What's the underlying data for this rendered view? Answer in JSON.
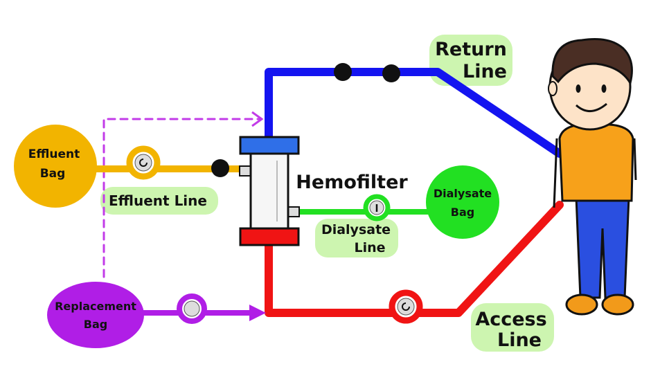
{
  "labels": {
    "return_line": [
      "Return",
      "Line"
    ],
    "access_line": [
      "Access",
      "Line"
    ],
    "hemofilter": "Hemofilter",
    "effluent_bag": [
      "Effluent",
      "Bag"
    ],
    "effluent_line": "Effluent Line",
    "dialysate_bag": [
      "Dialysate",
      "Bag"
    ],
    "dialysate_line": [
      "Dialysate",
      "Line"
    ],
    "replacement_bag": [
      "Replacement",
      "Bag"
    ]
  },
  "colors": {
    "return": "#1414f0",
    "access": "#f01414",
    "effluent": "#f2b400",
    "dialysate": "#22e022",
    "replacement": "#b01ee6",
    "label_highlight": "#cdf5b0",
    "shirt": "#f7a11a",
    "pants": "#2a4fe0",
    "skin": "#fde3c8",
    "hair": "#4a2e24",
    "shoes": "#f29a1a"
  },
  "icons": {
    "pump": "rotary-pump-icon",
    "clamp": "line-clamp-icon",
    "patient": "patient-figure"
  }
}
